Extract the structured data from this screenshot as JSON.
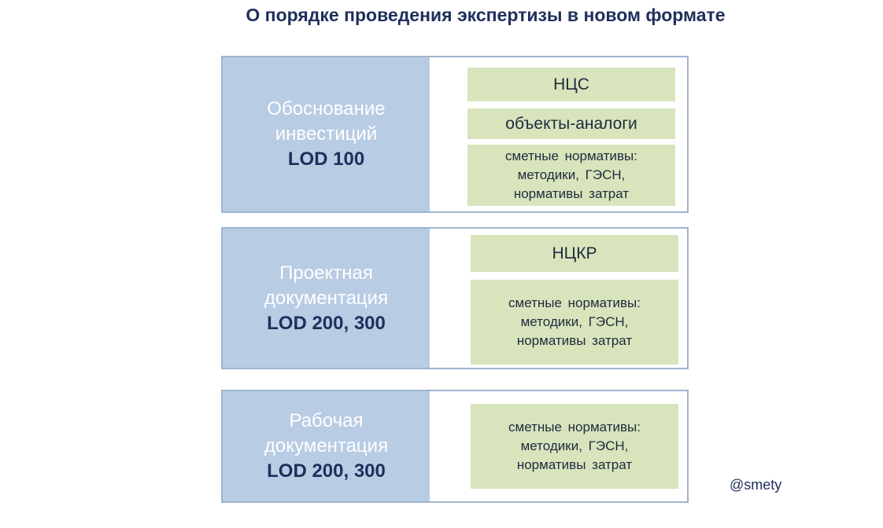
{
  "title": "О порядке проведения экспертизы в новом формате",
  "stages": [
    {
      "name_line1": "Обоснование",
      "name_line2": "инвестиций",
      "lod": "LOD 100",
      "items": [
        "НЦС",
        "объекты-аналоги",
        "сметные нормативы:\nметодики, ГЭСН,\nнормативы затрат"
      ]
    },
    {
      "name_line1": "Проектная",
      "name_line2": "документация",
      "lod": "LOD 200, 300",
      "items": [
        "НЦКР",
        "сметные нормативы:\nметодики, ГЭСН,\nнормативы затрат"
      ]
    },
    {
      "name_line1": "Рабочая",
      "name_line2": "документация",
      "lod": "LOD 200, 300",
      "items": [
        "сметные нормативы:\nметодики, ГЭСН,\nнормативы затрат"
      ]
    }
  ],
  "credit": "@smety",
  "colors": {
    "title": "#1f2f5c",
    "stage_fill": "#b8cce4",
    "item_fill": "#d8e4bc",
    "border": "#9fb4d0"
  }
}
